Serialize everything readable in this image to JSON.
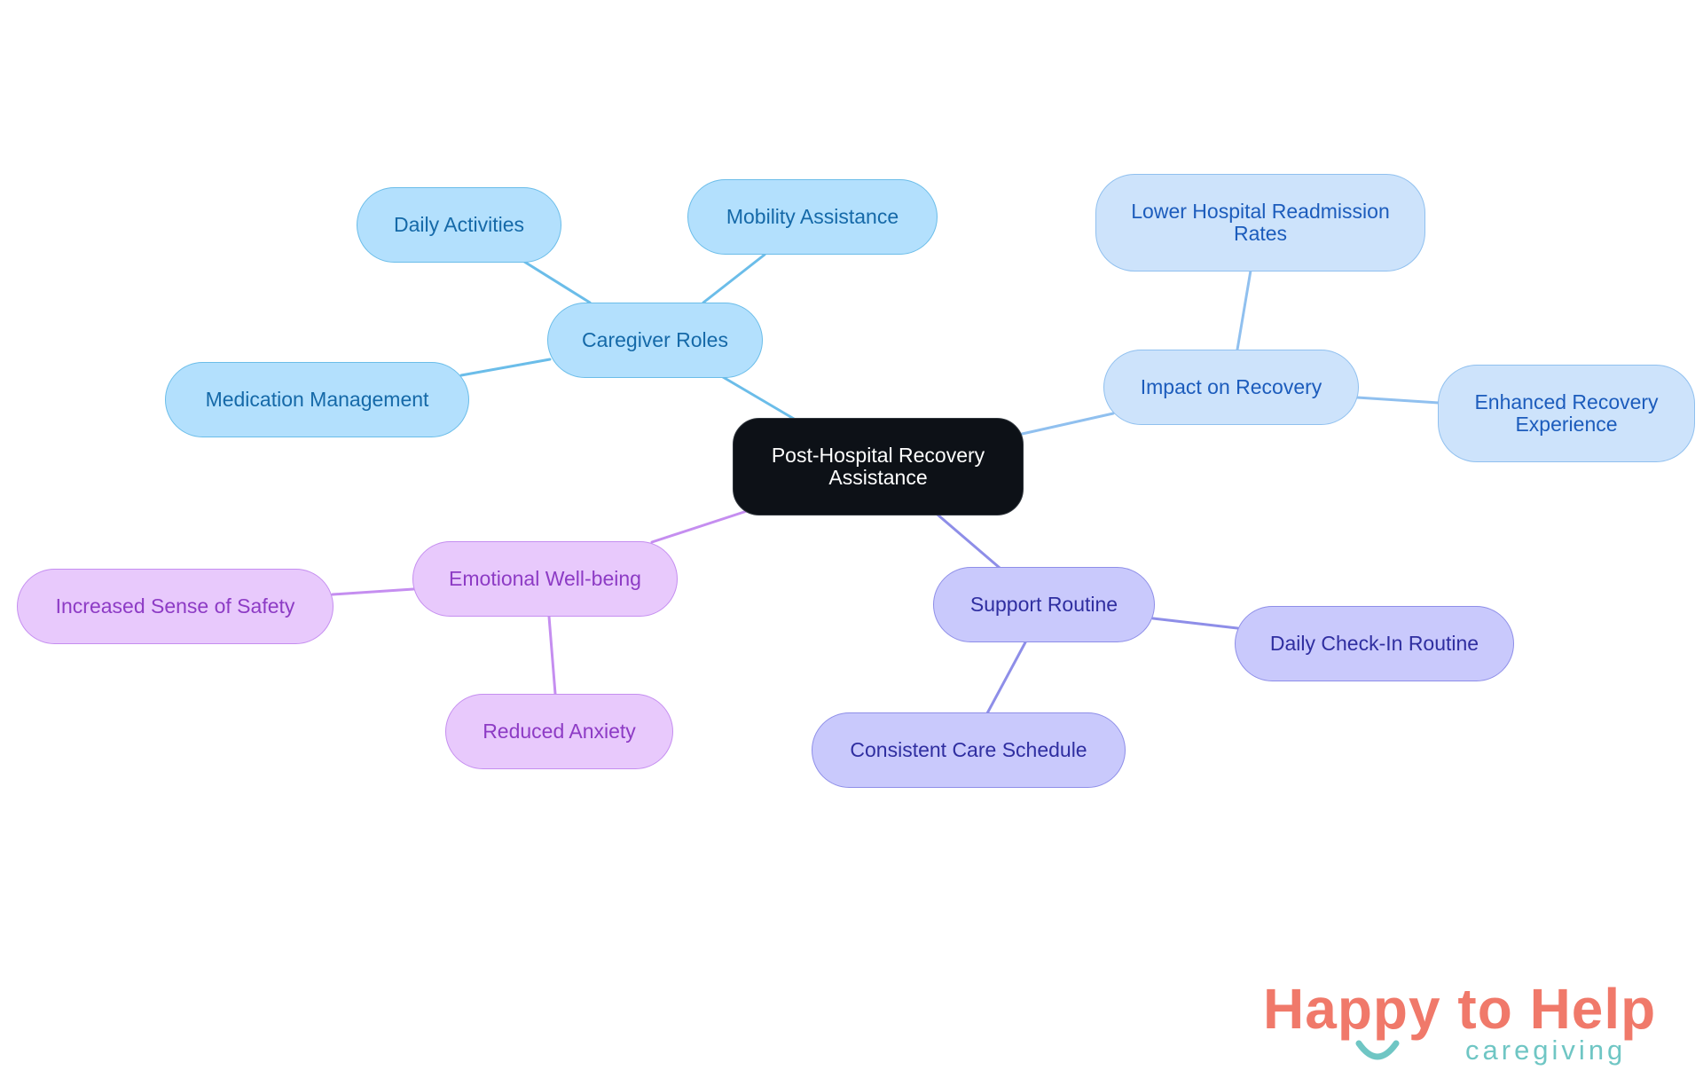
{
  "root": {
    "label": "Post-Hospital Recovery\nAssistance"
  },
  "branches": {
    "caregiver_roles": {
      "label": "Caregiver Roles",
      "children": [
        "Daily Activities",
        "Mobility Assistance",
        "Medication Management"
      ]
    },
    "impact_on_recovery": {
      "label": "Impact on Recovery",
      "children": [
        "Lower Hospital Readmission\nRates",
        "Enhanced Recovery\nExperience"
      ]
    },
    "emotional_wellbeing": {
      "label": "Emotional Well-being",
      "children": [
        "Increased Sense of Safety",
        "Reduced Anxiety"
      ]
    },
    "support_routine": {
      "label": "Support Routine",
      "children": [
        "Daily Check-In Routine",
        "Consistent Care Schedule"
      ]
    }
  },
  "colors": {
    "roles_edge": "#6bbde9",
    "impact_edge": "#90c0ef",
    "emotion_edge": "#c58ef0",
    "support_edge": "#8e8ee8"
  },
  "logo": {
    "main": "Happy to Help",
    "sub": "caregiving"
  }
}
